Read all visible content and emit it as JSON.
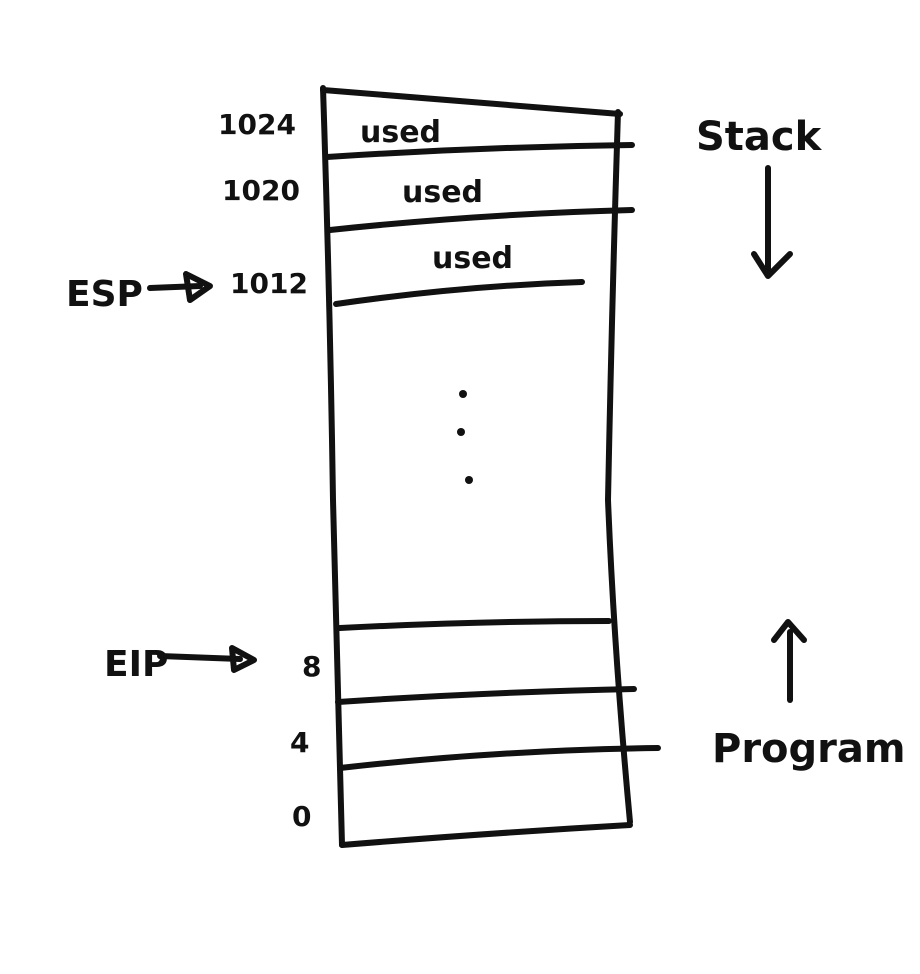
{
  "diagram": {
    "colors": {
      "ink": "#111111",
      "background": "#ffffff"
    },
    "cells": [
      {
        "label": "used"
      },
      {
        "label": "used"
      },
      {
        "label": "used"
      }
    ],
    "addresses": {
      "a1024": "1024",
      "a1020": "1020",
      "a1012": "1012",
      "a8": "8",
      "a4": "4",
      "a0": "0"
    },
    "registers": {
      "esp": "ESP",
      "eip": "EIP"
    },
    "annotations": {
      "stack": "Stack",
      "program": "Program"
    },
    "ellipsis": "vertical-ellipsis"
  }
}
